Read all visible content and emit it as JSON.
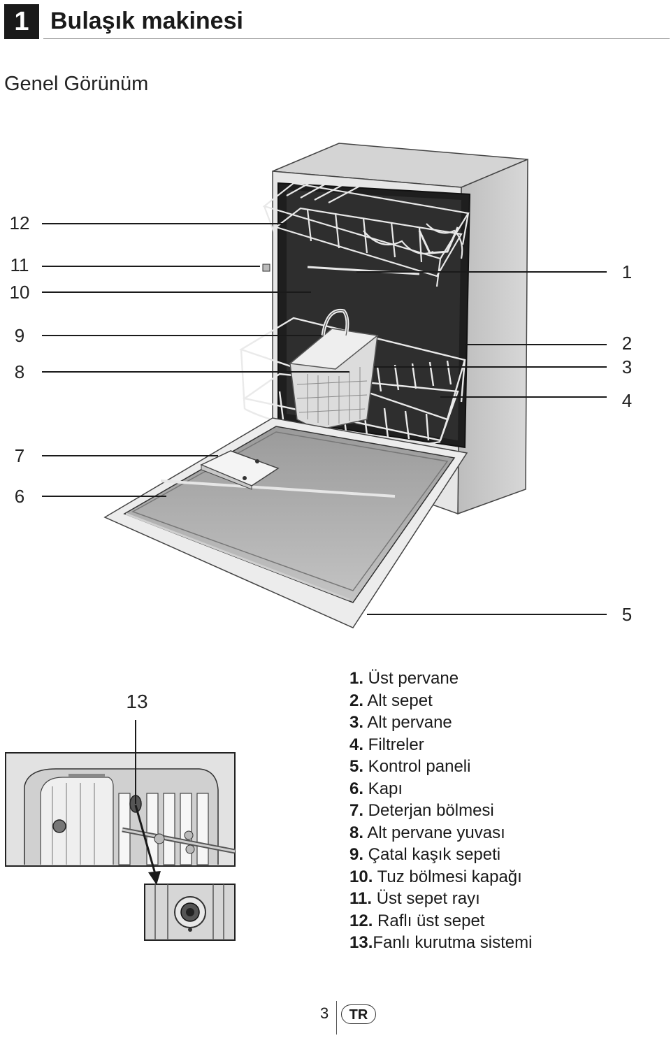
{
  "header": {
    "chapter_number": "1",
    "chapter_title": "Bulaşık makinesi"
  },
  "section_title": "Genel Görünüm",
  "callouts": {
    "left": [
      "12",
      "11",
      "10",
      "9",
      "8",
      "7",
      "6"
    ],
    "right": [
      "1",
      "2",
      "3",
      "4",
      "5"
    ],
    "inset": "13"
  },
  "legend": [
    {
      "num": "1.",
      "label": " Üst pervane"
    },
    {
      "num": "2.",
      "label": " Alt sepet"
    },
    {
      "num": "3.",
      "label": " Alt pervane"
    },
    {
      "num": "4.",
      "label": " Filtreler"
    },
    {
      "num": "5.",
      "label": " Kontrol paneli"
    },
    {
      "num": "6.",
      "label": " Kapı"
    },
    {
      "num": "7.",
      "label": " Deterjan bölmesi"
    },
    {
      "num": "8.",
      "label": " Alt pervane yuvası"
    },
    {
      "num": "9.",
      "label": " Çatal kaşık sepeti"
    },
    {
      "num": "10.",
      "label": " Tuz bölmesi kapağı"
    },
    {
      "num": "11.",
      "label": " Üst sepet rayı"
    },
    {
      "num": "12.",
      "label": " Raflı üst sepet"
    },
    {
      "num": "13.",
      "label": "Fanlı kurutma sistemi"
    }
  ],
  "footer": {
    "page_number": "3",
    "language": "TR"
  }
}
